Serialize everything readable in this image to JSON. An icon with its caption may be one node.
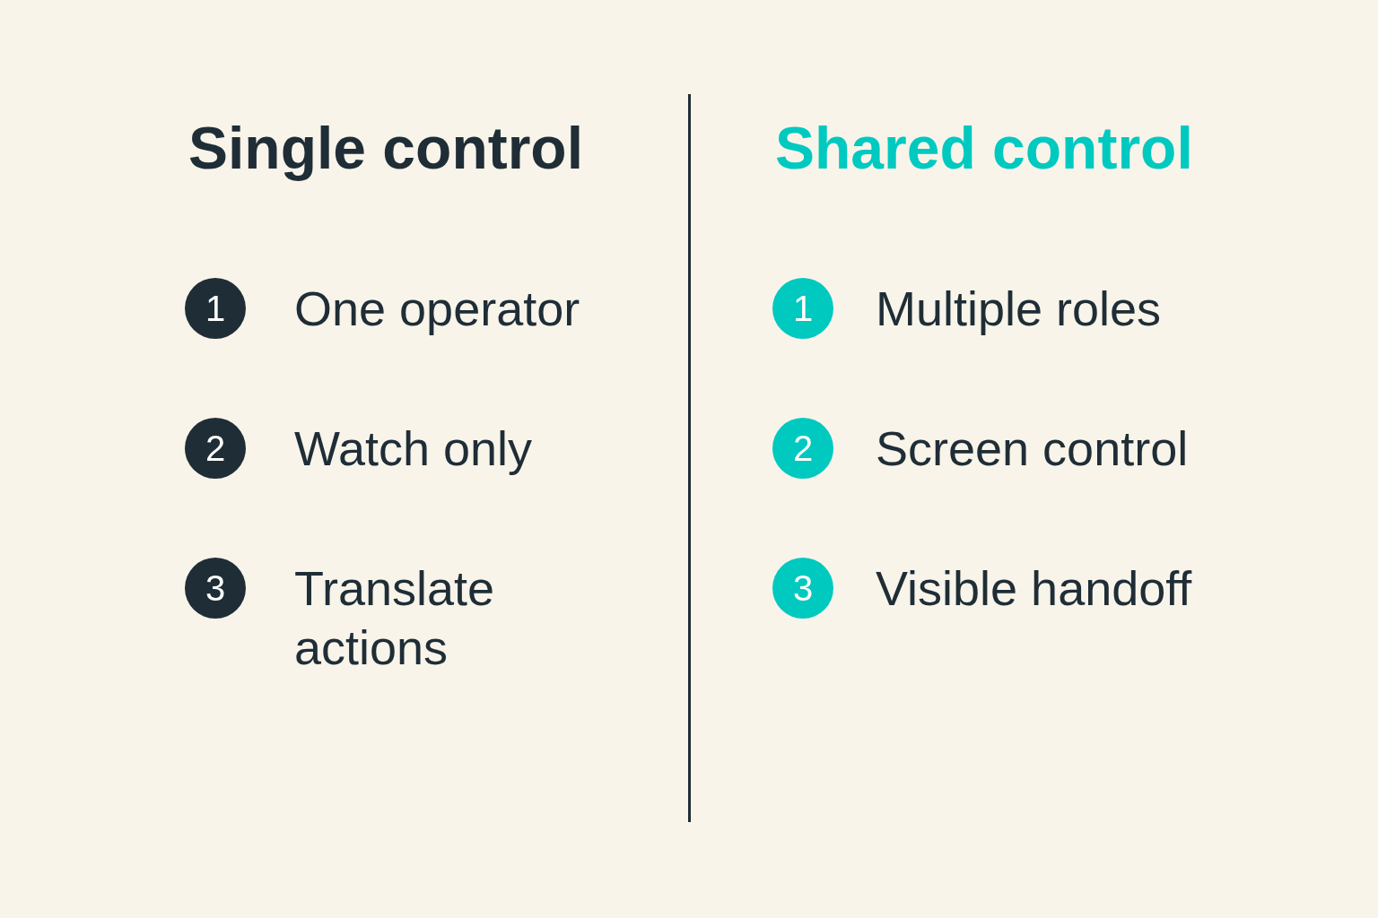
{
  "diagram": {
    "nodes": [
      {
        "text": [
          "1"
        ],
        "beside": [
          "One operator"
        ]
      },
      {
        "text": [
          "2"
        ],
        "beside": [
          "Watch only"
        ]
      },
      {
        "text": [
          "3"
        ],
        "beside": [
          "Translate actions"
        ]
      },
      {
        "text": [
          "1"
        ],
        "beside": [
          "Multiple roles"
        ]
      },
      {
        "text": [
          "2"
        ],
        "beside": [
          "Screen control"
        ]
      },
      {
        "text": [
          "3"
        ],
        "beside": [
          "Visible handoff"
        ]
      }
    ],
    "labels": [
      "Single control",
      "Shared control"
    ]
  }
}
